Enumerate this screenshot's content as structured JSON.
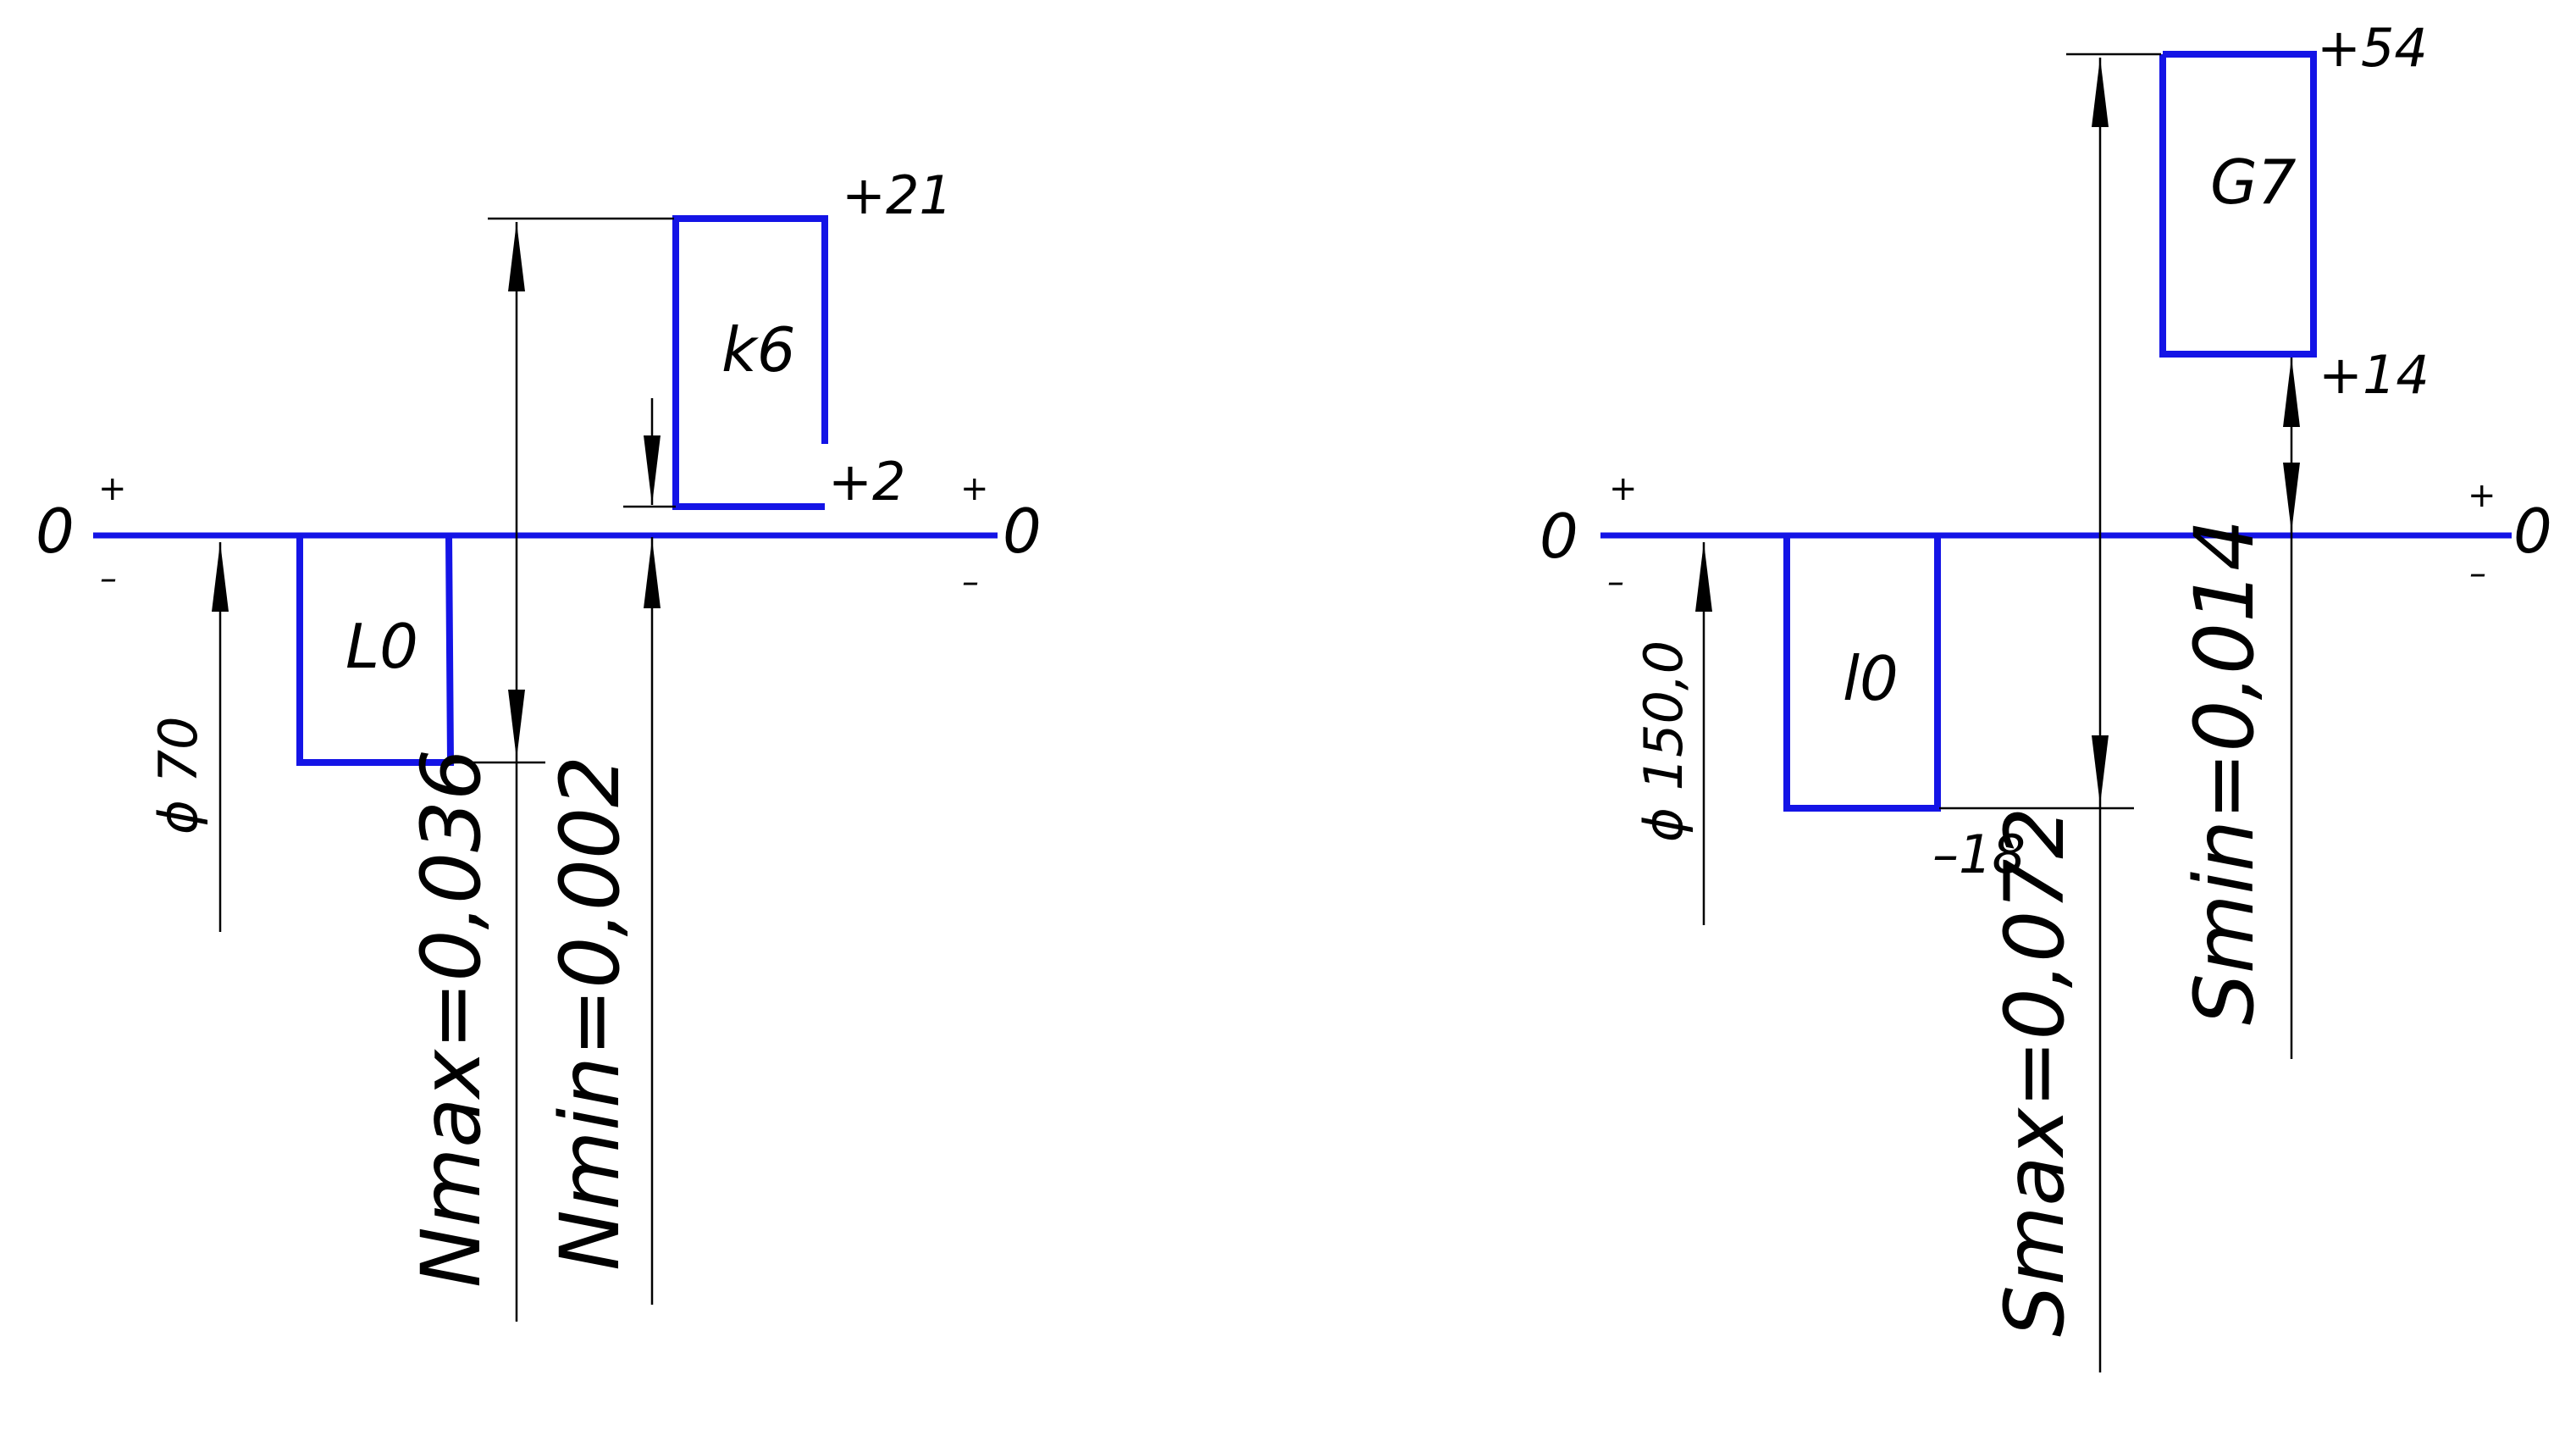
{
  "left_diagram": {
    "zero_left": "0",
    "zero_right": "0",
    "plus_left": "+",
    "minus_left": "–",
    "plus_right": "+",
    "minus_right": "–",
    "diameter_label": "ϕ 70",
    "hole_zone_label": "L0",
    "shaft_zone_label": "k6",
    "shaft_upper_deviation": "+21",
    "shaft_lower_deviation": "+2",
    "max_interference_label": "Nmax=0,036",
    "min_interference_label": "Nmin=0,002"
  },
  "right_diagram": {
    "zero_left": "0",
    "zero_right": "0",
    "plus_left": "+",
    "minus_left": "–",
    "plus_right": "+",
    "minus_right": "–",
    "diameter_label": "ϕ 150,0",
    "hole_zone_label": "G7",
    "hole_upper_deviation": "+54",
    "hole_lower_deviation": "+14",
    "shaft_zone_label": "l0",
    "shaft_lower_deviation": "–18",
    "max_clearance_label": "Smax=0,072",
    "min_clearance_label": "Smin=0,014"
  },
  "colors": {
    "zone_stroke": "#1414e6",
    "dimension_stroke": "#000000",
    "background": "#ffffff"
  }
}
